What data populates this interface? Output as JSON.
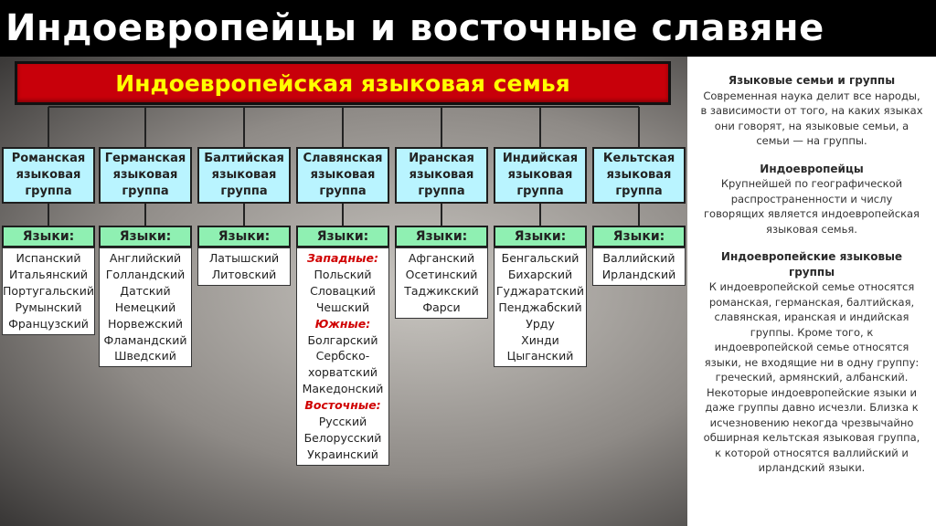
{
  "title": "Индоевропейцы и восточные славяне",
  "family": "Индоевропейская языковая семья",
  "languages_label": "Языки:",
  "groups": [
    {
      "title": [
        "Романская",
        "языковая",
        "группа"
      ],
      "languages": [
        "Испанский",
        "Итальянский",
        "Португальский",
        "Румынский",
        "Французский"
      ]
    },
    {
      "title": [
        "Германская",
        "языковая",
        "группа"
      ],
      "languages": [
        "Английский",
        "Голландский",
        "Датский",
        "Немецкий",
        "Норвежский",
        "Фламандский",
        "Шведский"
      ]
    },
    {
      "title": [
        "Балтийская",
        "языковая",
        "группа"
      ],
      "languages": [
        "Латышский",
        "Литовский"
      ]
    },
    {
      "title": [
        "Славянская",
        "языковая",
        "группа"
      ],
      "sections": [
        {
          "label": "Западные:",
          "languages": [
            "Польский",
            "Словацкий",
            "Чешский"
          ]
        },
        {
          "label": "Южные:",
          "languages": [
            "Болгарский",
            "Сербско-",
            "хорватский",
            "Македонский"
          ]
        },
        {
          "label": "Восточные:",
          "languages": [
            "Русский",
            "Белорусский",
            "Украинский"
          ]
        }
      ]
    },
    {
      "title": [
        "Иранская",
        "языковая",
        "группа"
      ],
      "languages": [
        "Афганский",
        "Осетинский",
        "Таджикский",
        "Фарси"
      ]
    },
    {
      "title": [
        "Индийская",
        "языковая",
        "группа"
      ],
      "languages": [
        "Бенгальский",
        "Бихарский",
        "Гуджаратский",
        "Пенджабский",
        "Урду",
        "Хинди",
        "Цыганский"
      ]
    },
    {
      "title": [
        "Кельтская",
        "языковая",
        "группа"
      ],
      "languages": [
        "Валлийский",
        "Ирландский"
      ]
    }
  ],
  "sidebar": [
    {
      "heading": [
        "Языковые семьи и группы"
      ],
      "text": [
        "Современная наука делит все народы,",
        "в зависимости от того, на каких языках",
        "они говорят, на языковые семьи, а",
        "семьи — на группы."
      ]
    },
    {
      "heading": [
        "Индоевропейцы"
      ],
      "text": [
        "Крупнейшей по географической",
        "распространенности и числу",
        "говорящих является индоевропейская",
        "языковая семья."
      ]
    },
    {
      "heading": [
        "Индоевропейские языковые",
        "группы"
      ],
      "text": [
        "К индоевропейской семье относятся",
        "романская, германская, балтийская,",
        "славянская, иранская и индийская",
        "группы. Кроме того, к",
        "индоевропейской семье относятся",
        "языки, не входящие ни в одну группу:",
        "греческий, армянский, албанский.",
        "Некоторые индоевропейские языки и",
        "даже группы давно исчезли. Близка к",
        "исчезновению некогда чрезвычайно",
        "обширная кельтская языковая группа,",
        "к которой относятся валлийский и",
        "ирландский языки."
      ]
    }
  ]
}
